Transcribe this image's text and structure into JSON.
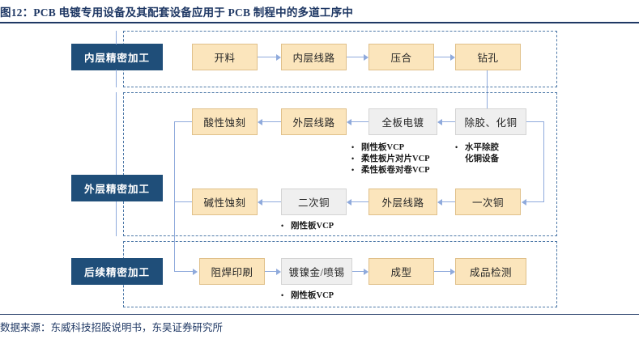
{
  "figure": {
    "title": "图12：PCB 电镀专用设备及其配套设备应用于 PCB 制程中的多道工序中",
    "source": "数据来源：东威科技招股说明书，东吴证券研究所"
  },
  "colors": {
    "title_blue": "#1F3864",
    "stage_label_blue": "#1F4E79",
    "node_cream": "#FBE5BC",
    "node_cream_border": "#E0C08A",
    "node_gray": "#EFEFEF",
    "node_gray_border": "#D4D4D4",
    "connector_blue": "#8FAADC",
    "dashed_border": "#4E79A8"
  },
  "stages": [
    {
      "id": "inner-layer",
      "label": "内层精密加工",
      "nodes": [
        {
          "id": "kailiao",
          "label": "开料",
          "style": "cream"
        },
        {
          "id": "inner-circuit",
          "label": "内层线路",
          "style": "cream"
        },
        {
          "id": "lamination",
          "label": "压合",
          "style": "cream"
        },
        {
          "id": "drilling",
          "label": "钻孔",
          "style": "cream"
        }
      ]
    },
    {
      "id": "outer-layer",
      "label": "外层精密加工",
      "nodes": [
        {
          "id": "acid-etch",
          "label": "酸性蚀刻",
          "style": "cream"
        },
        {
          "id": "outer-circuit-top",
          "label": "外层线路",
          "style": "cream"
        },
        {
          "id": "panel-plating",
          "label": "全板电镀",
          "style": "gray"
        },
        {
          "id": "desmear-pth",
          "label": "除胶、化铜",
          "style": "gray"
        },
        {
          "id": "alkaline-etch",
          "label": "碱性蚀刻",
          "style": "cream"
        },
        {
          "id": "second-copper",
          "label": "二次铜",
          "style": "gray"
        },
        {
          "id": "outer-circuit-bottom",
          "label": "外层线路",
          "style": "cream"
        },
        {
          "id": "first-copper",
          "label": "一次铜",
          "style": "cream"
        }
      ],
      "annotations": [
        {
          "id": "panel-plating-equipment",
          "items": [
            "刚性板VCP",
            "柔性板片对片VCP",
            "柔性板卷对卷VCP"
          ]
        },
        {
          "id": "desmear-equipment",
          "items": [
            "水平除胶"
          ],
          "continuation": "化铜设备"
        },
        {
          "id": "second-copper-equipment",
          "items": [
            "刚性板VCP"
          ]
        }
      ]
    },
    {
      "id": "post-process",
      "label": "后续精密加工",
      "nodes": [
        {
          "id": "solder-mask",
          "label": "阻焊印刷",
          "style": "cream"
        },
        {
          "id": "enig-hasl",
          "label": "镀镍金/喷锡",
          "style": "gray"
        },
        {
          "id": "forming",
          "label": "成型",
          "style": "cream"
        },
        {
          "id": "final-inspection",
          "label": "成品检测",
          "style": "cream"
        }
      ],
      "annotations": [
        {
          "id": "enig-equipment",
          "items": [
            "刚性板VCP"
          ]
        }
      ]
    }
  ]
}
